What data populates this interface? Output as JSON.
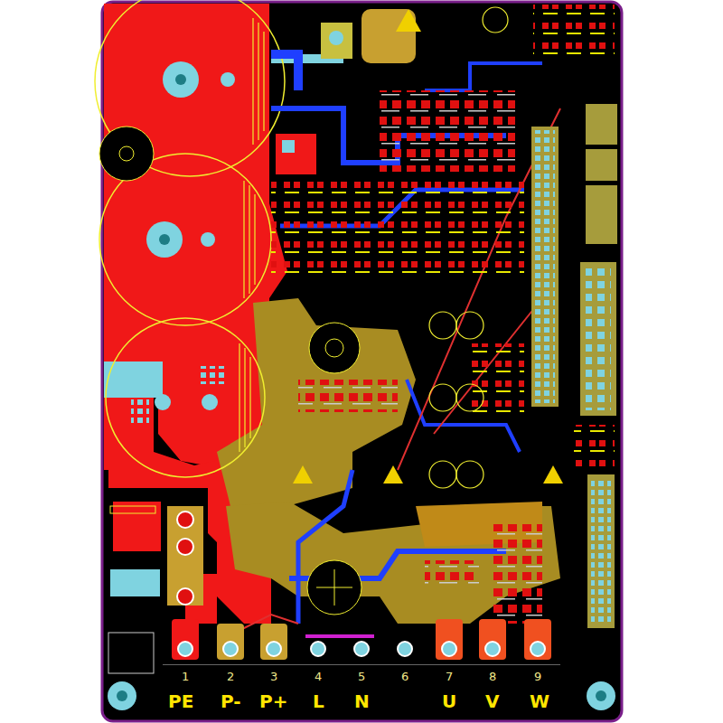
{
  "diagram": {
    "labels": [
      "1",
      "2",
      "3",
      "4",
      "5",
      "6",
      "7",
      "8",
      "9",
      "PE",
      "P-",
      "P+",
      "L",
      "N",
      "U",
      "V",
      "W"
    ]
  }
}
